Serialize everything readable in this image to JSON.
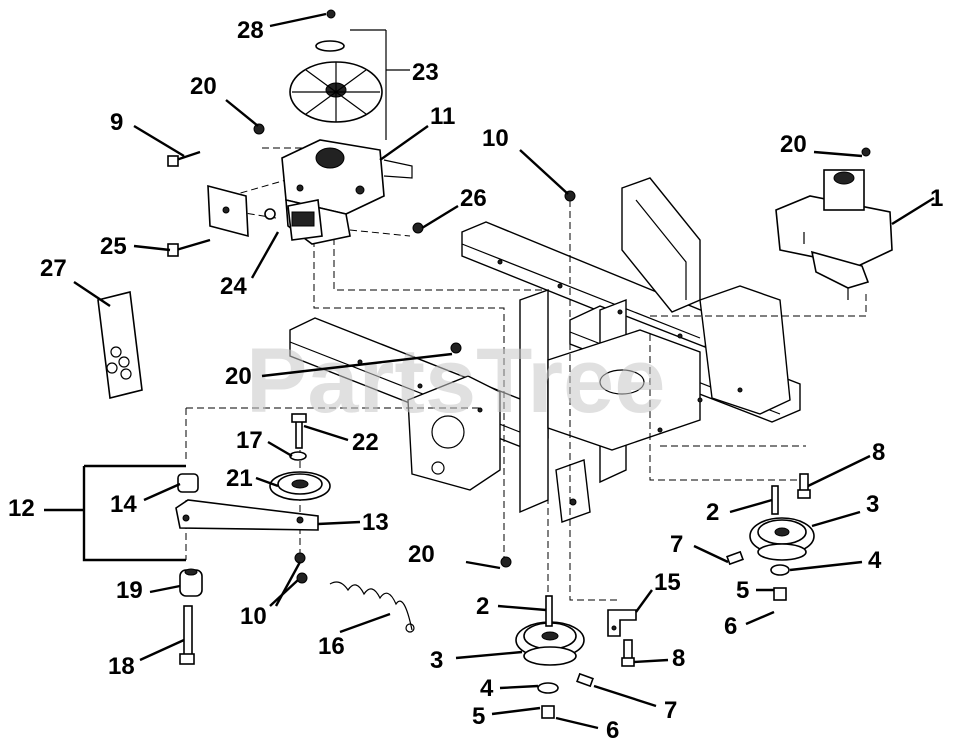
{
  "watermark": "PartsTree",
  "callouts": [
    {
      "id": "c28",
      "text": "28"
    },
    {
      "id": "c23",
      "text": "23"
    },
    {
      "id": "c20a",
      "text": "20"
    },
    {
      "id": "c11",
      "text": "11"
    },
    {
      "id": "c9",
      "text": "9"
    },
    {
      "id": "c10a",
      "text": "10"
    },
    {
      "id": "c20b",
      "text": "20"
    },
    {
      "id": "c1",
      "text": "1"
    },
    {
      "id": "c26",
      "text": "26"
    },
    {
      "id": "c25",
      "text": "25"
    },
    {
      "id": "c24",
      "text": "24"
    },
    {
      "id": "c27",
      "text": "27"
    },
    {
      "id": "c20c",
      "text": "20"
    },
    {
      "id": "c17",
      "text": "17"
    },
    {
      "id": "c22",
      "text": "22"
    },
    {
      "id": "c21",
      "text": "21"
    },
    {
      "id": "c14",
      "text": "14"
    },
    {
      "id": "c12",
      "text": "12"
    },
    {
      "id": "c13",
      "text": "13"
    },
    {
      "id": "c19",
      "text": "19"
    },
    {
      "id": "c10b",
      "text": "10"
    },
    {
      "id": "c18",
      "text": "18"
    },
    {
      "id": "c16",
      "text": "16"
    },
    {
      "id": "c20d",
      "text": "20"
    },
    {
      "id": "c8a",
      "text": "8"
    },
    {
      "id": "c2a",
      "text": "2"
    },
    {
      "id": "c3a",
      "text": "3"
    },
    {
      "id": "c7a",
      "text": "7"
    },
    {
      "id": "c4a",
      "text": "4"
    },
    {
      "id": "c5a",
      "text": "5"
    },
    {
      "id": "c6a",
      "text": "6"
    },
    {
      "id": "c15",
      "text": "15"
    },
    {
      "id": "c2b",
      "text": "2"
    },
    {
      "id": "c3b",
      "text": "3"
    },
    {
      "id": "c8b",
      "text": "8"
    },
    {
      "id": "c4b",
      "text": "4"
    },
    {
      "id": "c7b",
      "text": "7"
    },
    {
      "id": "c5b",
      "text": "5"
    },
    {
      "id": "c6b",
      "text": "6"
    }
  ]
}
